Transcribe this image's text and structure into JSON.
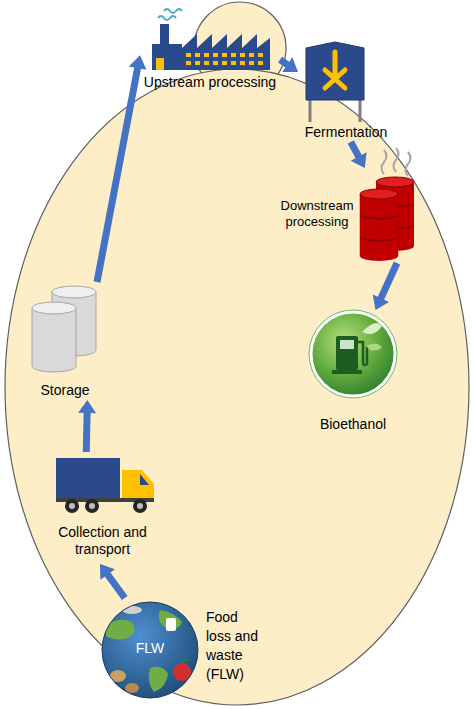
{
  "diagram": {
    "nodes": [
      {
        "text": [
          "Upstream processing"
        ]
      },
      {
        "text": [
          "Fermentation"
        ]
      },
      {
        "text": [
          "Downstream processing"
        ]
      },
      {
        "text": [
          "Bioethanol"
        ]
      },
      {
        "text": [
          "FLW",
          "Food loss and waste (FLW)"
        ]
      },
      {
        "text": [
          "Collection and transport"
        ]
      },
      {
        "text": [
          "Storage"
        ]
      }
    ],
    "edges": [
      {
        "from": 4,
        "to": 5,
        "arrow": "to"
      },
      {
        "from": 5,
        "to": 6,
        "arrow": "to"
      },
      {
        "from": 6,
        "to": 0,
        "arrow": "to"
      },
      {
        "from": 0,
        "to": 1,
        "arrow": "to"
      },
      {
        "from": 1,
        "to": 2,
        "arrow": "to"
      },
      {
        "from": 2,
        "to": 3,
        "arrow": "to"
      }
    ]
  }
}
